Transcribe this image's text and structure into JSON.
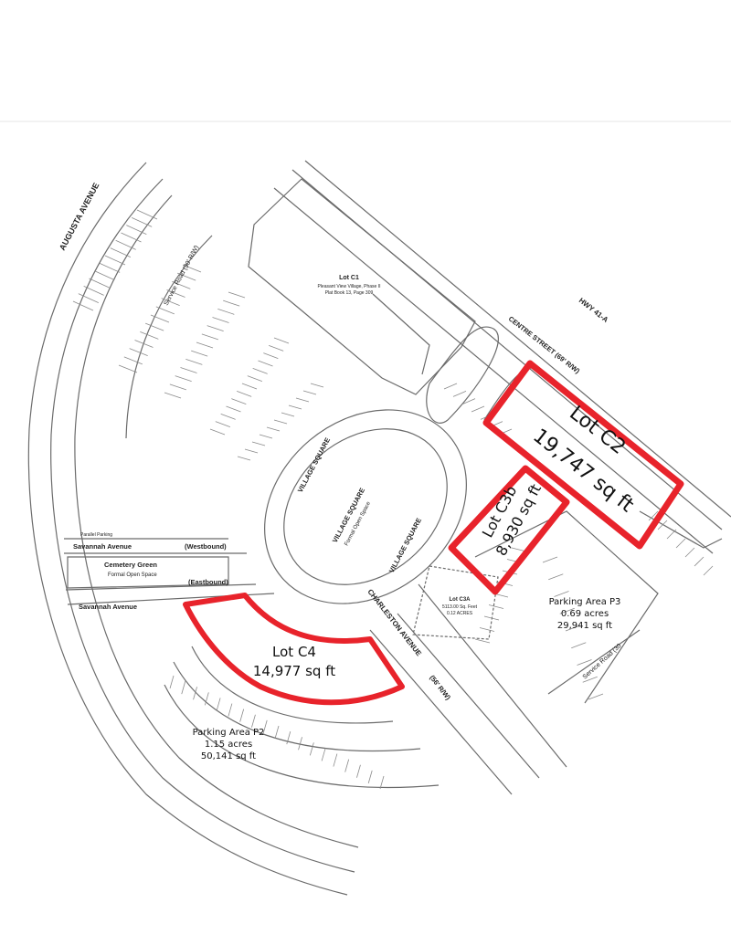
{
  "colors": {
    "highlight": "#e8232b",
    "linework": "#6b6b6b",
    "background": "#ffffff"
  },
  "lots": {
    "c1": {
      "name": "Lot C1",
      "sub1": "Pleasant View Village, Phase II",
      "sub2": "Plat Book 13, Page 309"
    },
    "c2": {
      "name": "Lot C2",
      "area": "19,747 sq ft"
    },
    "c3b": {
      "name": "Lot C3b",
      "area": "8,930 sq ft"
    },
    "c3a": {
      "name": "Lot C3A",
      "area": "5113.00 Sq. Feet",
      "acres": "0.12 ACRES"
    },
    "c4": {
      "name": "Lot C4",
      "area": "14,977 sq ft"
    }
  },
  "parking": {
    "p2": {
      "name": "Parking Area P2",
      "acres": "1.15 acres",
      "sqft": "50,141 sq ft"
    },
    "p3": {
      "name": "Parking Area P3",
      "acres": "0.69 acres",
      "sqft": "29,941 sq ft"
    }
  },
  "streets": {
    "augusta": "AUGUSTA AVENUE",
    "service_road_w": "Service Road  (30' R/W)",
    "service_road_e": "Service Road  (30",
    "centre": "CENTRE STREET (69' R/W)",
    "hwy": "HWY 41-A",
    "village_square": "VILLAGE SQUARE",
    "village_square_center": "VILLAGE SQUARE",
    "village_square_sub": "Formal Open Space",
    "village_square_e": "VILLAGE SQUARE",
    "savannah_w": "Savannah Avenue",
    "westbound": "(Westbound)",
    "savannah_e": "Savannah Avenue",
    "eastbound": "(Eastbound)",
    "cemetery": "Cemetery Green",
    "cemetery_sub": "Formal Open Space",
    "charleston": "CHARLESTON AVENUE",
    "charleston_rw": "(56' R/W)",
    "parallel_parking": "Parallel Parking"
  }
}
